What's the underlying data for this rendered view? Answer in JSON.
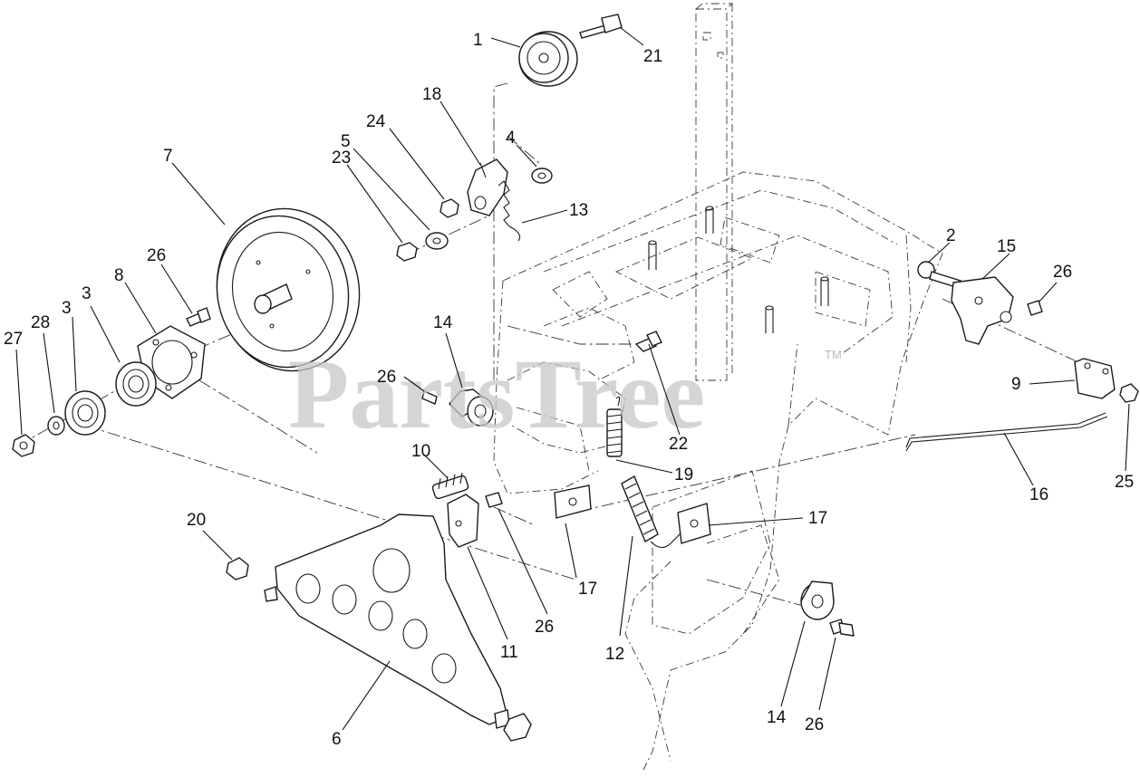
{
  "watermark": {
    "text": "PartsTree",
    "trademark": "TM"
  },
  "callouts": [
    {
      "id": "c-1",
      "label": "1"
    },
    {
      "id": "c-21",
      "label": "21"
    },
    {
      "id": "c-18",
      "label": "18"
    },
    {
      "id": "c-24",
      "label": "24"
    },
    {
      "id": "c-5",
      "label": "5"
    },
    {
      "id": "c-4",
      "label": "4"
    },
    {
      "id": "c-23",
      "label": "23"
    },
    {
      "id": "c-13",
      "label": "13"
    },
    {
      "id": "c-7",
      "label": "7"
    },
    {
      "id": "c-26a",
      "label": "26"
    },
    {
      "id": "c-8",
      "label": "8"
    },
    {
      "id": "c-3a",
      "label": "3"
    },
    {
      "id": "c-28",
      "label": "28"
    },
    {
      "id": "c-3b",
      "label": "3"
    },
    {
      "id": "c-27",
      "label": "27"
    },
    {
      "id": "c-14a",
      "label": "14"
    },
    {
      "id": "c-26b",
      "label": "26"
    },
    {
      "id": "c-22",
      "label": "22"
    },
    {
      "id": "c-19",
      "label": "19"
    },
    {
      "id": "c-10",
      "label": "10"
    },
    {
      "id": "c-20",
      "label": "20"
    },
    {
      "id": "c-2",
      "label": "2"
    },
    {
      "id": "c-15",
      "label": "15"
    },
    {
      "id": "c-26c",
      "label": "26"
    },
    {
      "id": "c-9",
      "label": "9"
    },
    {
      "id": "c-16",
      "label": "16"
    },
    {
      "id": "c-25",
      "label": "25"
    },
    {
      "id": "c-17a",
      "label": "17"
    },
    {
      "id": "c-17b",
      "label": "17"
    },
    {
      "id": "c-12",
      "label": "12"
    },
    {
      "id": "c-11",
      "label": "11"
    },
    {
      "id": "c-26d",
      "label": "26"
    },
    {
      "id": "c-6",
      "label": "6"
    },
    {
      "id": "c-14b",
      "label": "14"
    },
    {
      "id": "c-26e",
      "label": "26"
    }
  ]
}
